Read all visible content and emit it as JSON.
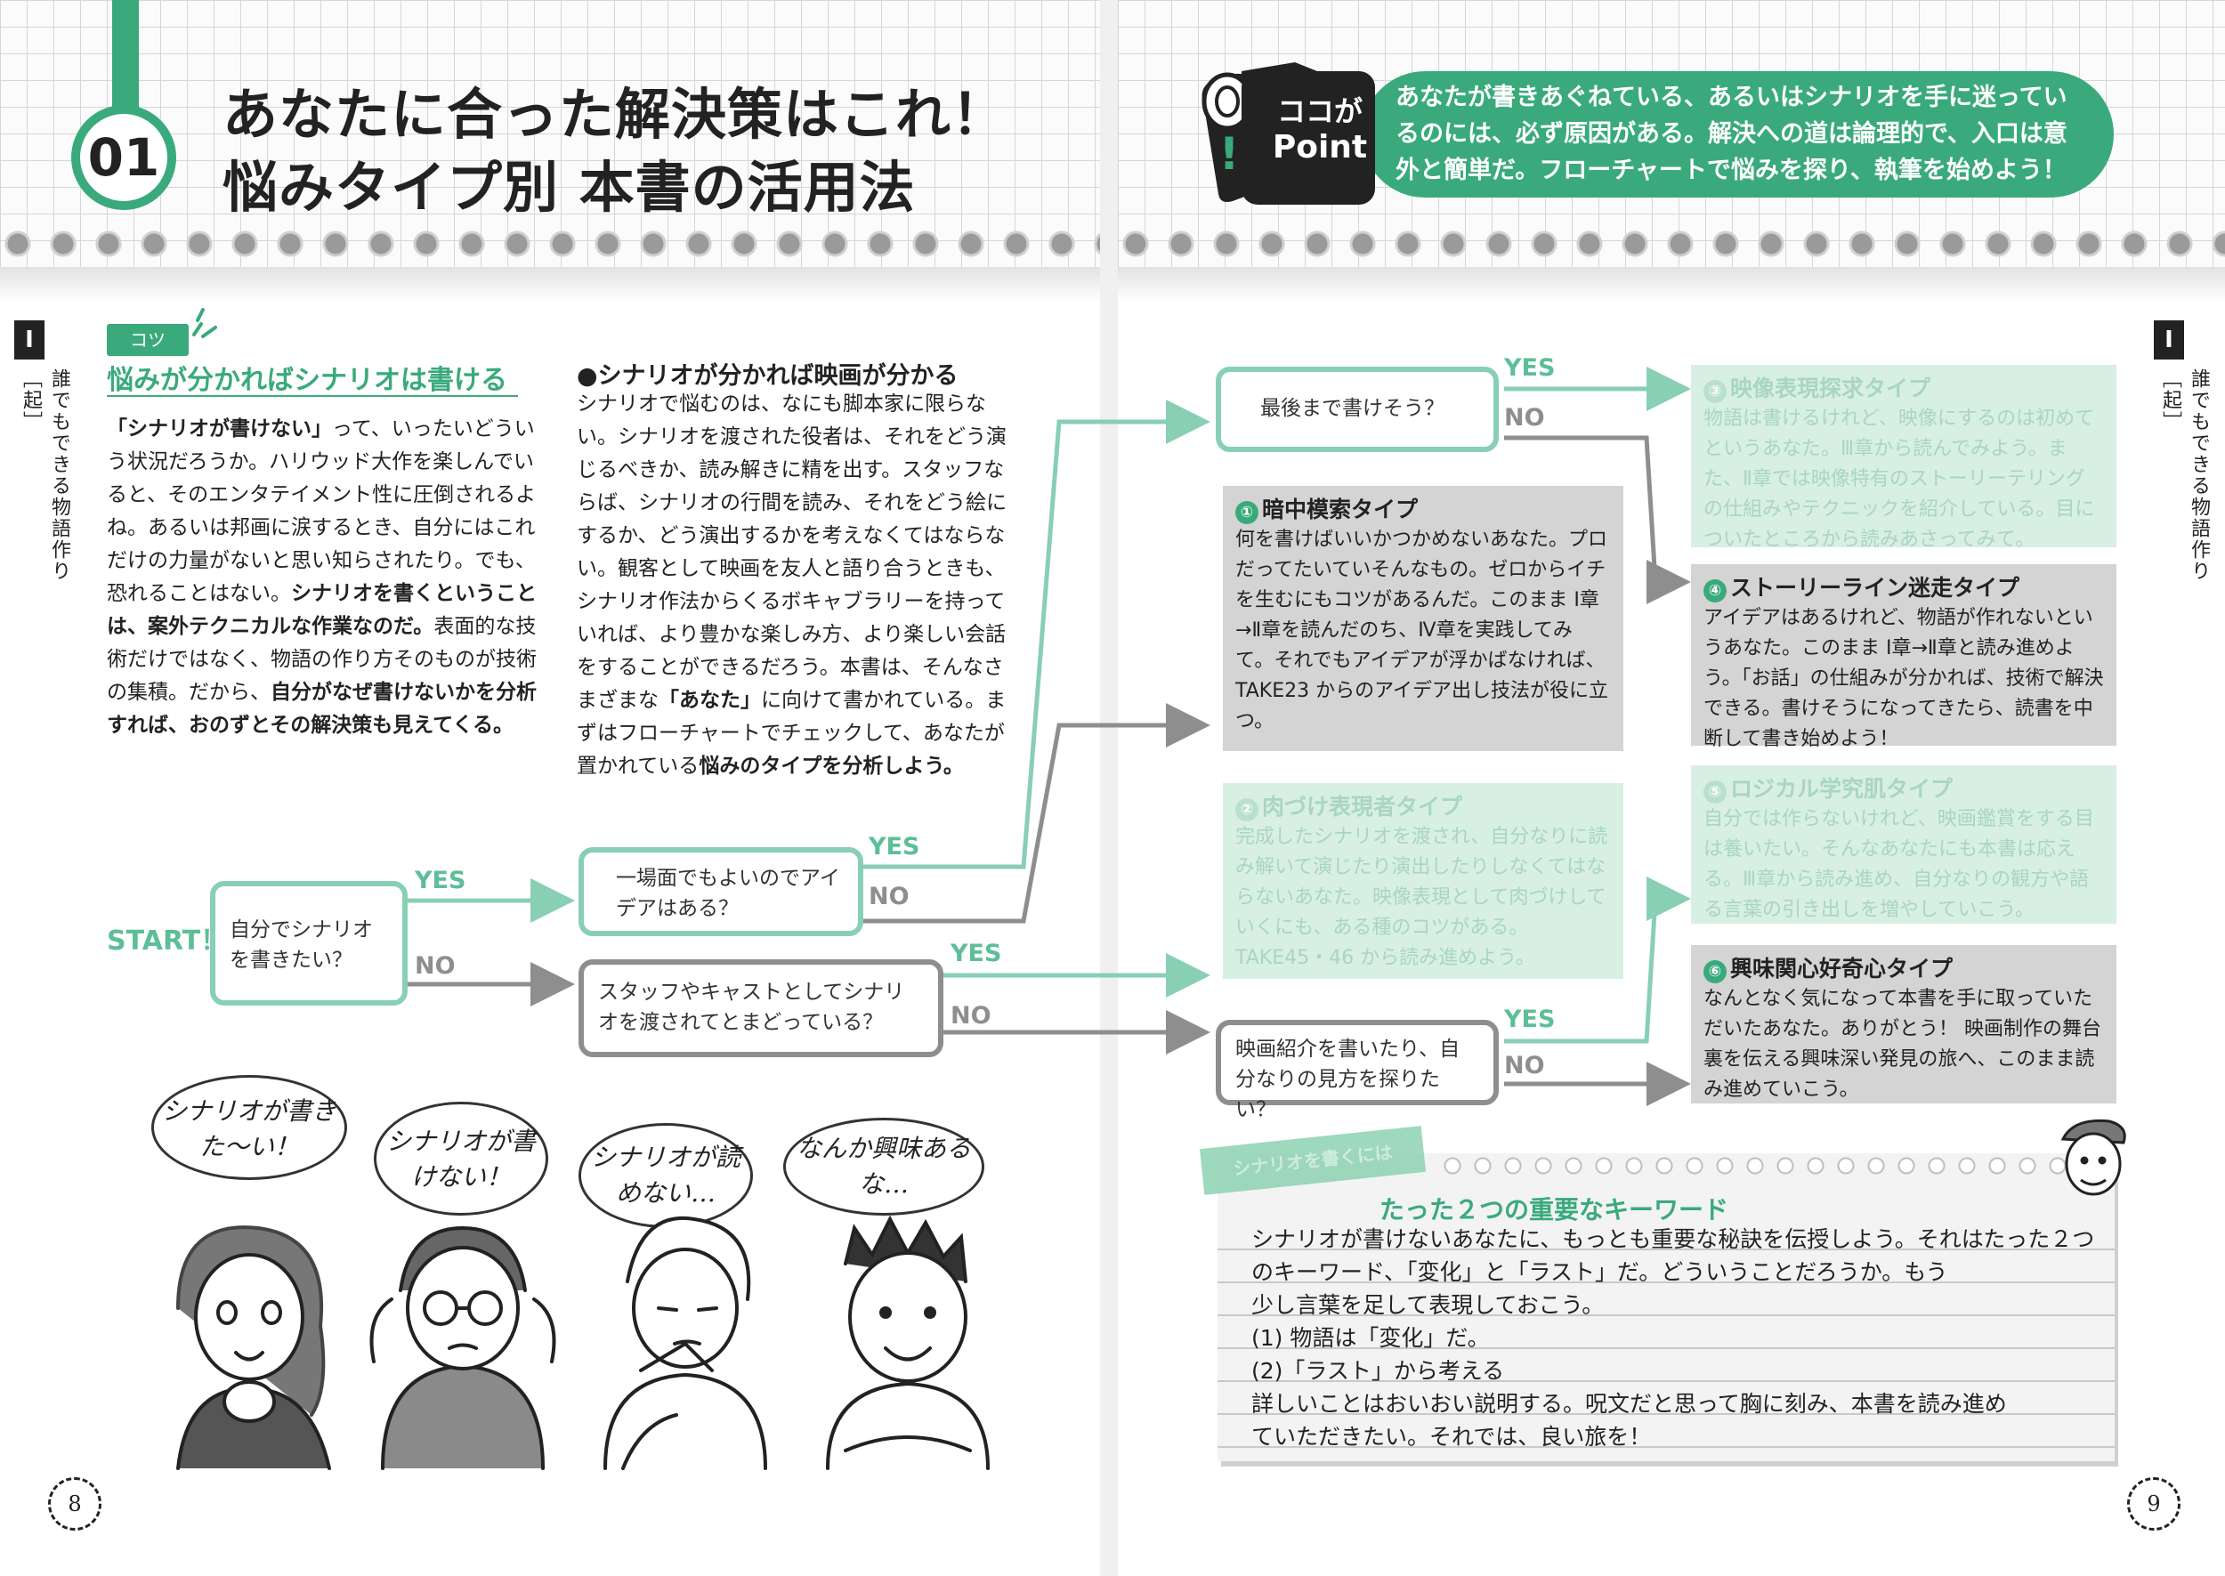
{
  "header": {
    "chapter_number": "01",
    "title_line1": "あなたに合った解決策はこれ！",
    "title_line2": "悩みタイプ別 本書の活用法",
    "point_tag_line1": "ココが",
    "point_tag_line2": "Point",
    "point_text": "あなたが書きあぐねている、あるいはシナリオを手に迷っているのには、必ず原因がある。解決への道は論理的で、入口は意外と簡単だ。フローチャートで悩みを探り、執筆を始めよう！"
  },
  "side_tab": {
    "left_tab": "I",
    "left_text": "誰でもできる物語作り［起］",
    "right_tab": "I",
    "right_text": "誰でもできる物語作り［起］"
  },
  "article": {
    "tag": "コツ",
    "heading": "悩みが分かればシナリオは書ける",
    "col1": [
      {
        "t": "「シナリオが書けない」",
        "b": true
      },
      {
        "t": "って、いったいどういう状況だろうか。ハリウッド大作を楽しんでいると、そのエンタテイメント性に圧倒されるよね。あるいは邦画に涙するとき、自分にはこれだけの力量がないと思い知らされたり。でも、恐れることはない。",
        "b": false
      },
      {
        "t": "シナリオを書くということは、案外テクニカルな作業なのだ。",
        "b": true
      },
      {
        "t": "表面的な技術だけではなく、物語の作り方そのものが技術の集積。だから、",
        "b": false
      },
      {
        "t": "自分がなぜ書けないかを分析すれば、おのずとその解決策も見えてくる。",
        "b": true
      }
    ],
    "col2_heading": "●シナリオが分かれば映画が分かる",
    "col2": [
      {
        "t": "シナリオで悩むのは、なにも脚本家に限らない。シナリオを渡された役者は、それをどう演じるべきか、読み解きに精を出す。スタッフならば、シナリオの行間を読み、それをどう絵にするか、どう演出するかを考えなくてはならない。観客として映画を友人と語り合うときも、シナリオ作法からくるボキャブラリーを持っていれば、より豊かな楽しみ方、より楽しい会話をすることができるだろう。本書は、そんなさまざまな",
        "b": false
      },
      {
        "t": "「あなた」",
        "b": true
      },
      {
        "t": "に向けて書かれている。まずはフローチャートでチェックして、あなたが置かれている",
        "b": false
      },
      {
        "t": "悩みのタイプを分析しよう。",
        "b": true
      }
    ]
  },
  "flowchart": {
    "start_label": "START！",
    "yes": "YES",
    "no": "NO",
    "q1": "自分でシナリオを書きたい？",
    "q2": "一場面でもよいのでアイデアはある？",
    "q3": "スタッフやキャストとしてシナリオを渡されてとまどっている？",
    "q4": "最後まで書けそう？",
    "q5": "映画紹介を書いたり、自分なりの見方を探りたい？"
  },
  "types": [
    {
      "num": "③",
      "title": "映像表現探求タイプ",
      "text": "物語は書けるけれど、映像にするのは初めてというあなた。Ⅲ章から読んでみよう。また、Ⅱ章では映像特有のストーリーテリングの仕組みやテクニックを紹介している。目についたところから読みあさってみて。"
    },
    {
      "num": "①",
      "title": "暗中模索タイプ",
      "text": "何を書けばいいかつかめないあなた。プロだってたいていそんなもの。ゼロからイチを生むにもコツがあるんだ。このまま Ⅰ章→Ⅱ章を読んだのち、Ⅳ章を実践してみて。それでもアイデアが浮かばなければ、TAKE23 からのアイデア出し技法が役に立つ。"
    },
    {
      "num": "④",
      "title": "ストーリーライン迷走タイプ",
      "text": "アイデアはあるけれど、物語が作れないというあなた。このまま Ⅰ章→Ⅱ章と読み進めよう。「お話」の仕組みが分かれば、技術で解決できる。書けそうになってきたら、読書を中断して書き始めよう！"
    },
    {
      "num": "②",
      "title": "肉づけ表現者タイプ",
      "text": "完成したシナリオを渡され、自分なりに読み解いて演じたり演出したりしなくてはならないあなた。映像表現として肉づけしていくにも、ある種のコツがある。TAKE45・46 から読み進めよう。"
    },
    {
      "num": "⑤",
      "title": "ロジカル学究肌タイプ",
      "text": "自分では作らないけれど、映画鑑賞をする目は養いたい。そんなあなたにも本書は応える。Ⅲ章から読み進め、自分なりの観方や語る言葉の引き出しを増やしていこう。"
    },
    {
      "num": "⑥",
      "title": "興味関心好奇心タイプ",
      "text": "なんとなく気になって本書を手に取っていただいたあなた。ありがとう！ 映画制作の舞台裏を伝える興味深い発見の旅へ、このまま読み進めていこう。"
    }
  ],
  "illustrations": {
    "bubble1": "シナリオが書きた～い！",
    "bubble2": "シナリオが書けない！",
    "bubble3": "シナリオが読めない…",
    "bubble4": "なんか興味あるな…"
  },
  "keyword_note": {
    "tape": "シナリオを書くには",
    "heading": "たった２つの重要なキーワード",
    "lines": [
      "シナリオが書けないあなたに、もっとも重要な秘訣を伝授しよう。それはたった２つのキーワード、「変化」と「ラスト」だ。どういうことだろうか。もう",
      "少し言葉を足して表現しておこう。",
      "(1) 物語は「変化」だ。",
      "(2)「ラスト」から考える",
      "詳しいことはおいおい説明する。呪文だと思って胸に刻み、本書を読み進め",
      "ていただきたい。それでは、良い旅を！"
    ]
  },
  "page_numbers": {
    "left": "8",
    "right": "9"
  },
  "colors": {
    "accent": "#3aaa7c",
    "flow_green": "#88cfb4",
    "flow_gray": "#8e8e8e"
  }
}
